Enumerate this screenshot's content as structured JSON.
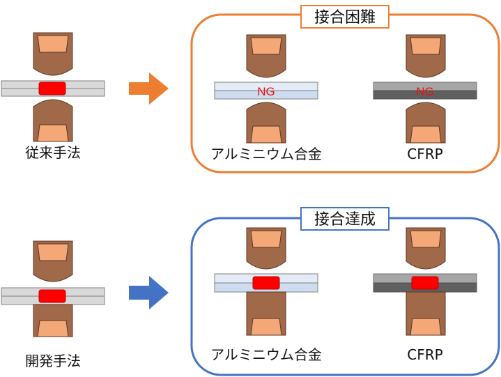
{
  "colors": {
    "electrode_body": "#a0694a",
    "electrode_stroke": "#5c3420",
    "electrode_tip": "#f4a878",
    "nugget": "#ff0000",
    "nugget_stroke": "#c00000",
    "steel_sheet": "#d9d9d9",
    "aluminum_sheet": "#d7e4f2",
    "cfrp_top": "#a6a6a6",
    "cfrp_bottom": "#606060",
    "difficult_accent": "#ed7d31",
    "success_accent": "#4472c4"
  },
  "rows": {
    "conventional": {
      "method_label": "従来手法",
      "status_label": "接合困難",
      "arrow_color": "#ed7d31",
      "frame_color": "#ed7d31",
      "cases": [
        {
          "label": "アルミニウム合金",
          "result": "NG"
        },
        {
          "label": "CFRP",
          "result": "NG"
        }
      ]
    },
    "developed": {
      "method_label": "開発手法",
      "status_label": "接合達成",
      "arrow_color": "#4472c4",
      "frame_color": "#4472c4",
      "cases": [
        {
          "label": "アルミニウム合金"
        },
        {
          "label": "CFRP"
        }
      ]
    }
  }
}
